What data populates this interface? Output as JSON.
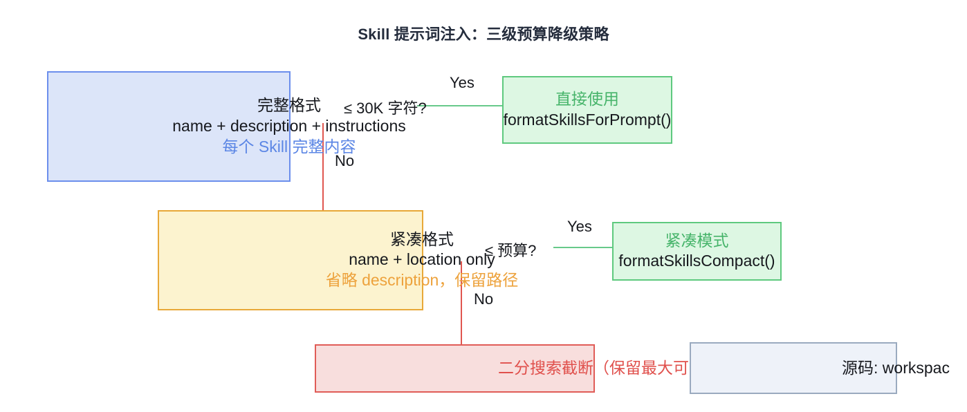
{
  "diagram": {
    "title": "Skill 提示词注入：三级预算降级策略",
    "type": "flowchart"
  },
  "nodes": [
    {
      "id": "full-format",
      "name": "node-full-format",
      "heading": "完整格式",
      "detail": "name + description + instructions",
      "note": "每个 Skill 完整内容",
      "fill": "#dce5f9",
      "border": "#6b8eec",
      "note_color": "#5b86e5"
    },
    {
      "id": "direct-use",
      "name": "node-direct-use",
      "heading": "直接使用",
      "detail": "formatSkillsForPrompt()",
      "fill": "#ddf7e3",
      "border": "#5ec97e",
      "heading_color": "#46b46a"
    },
    {
      "id": "compact-format",
      "name": "node-compact-format",
      "heading": "紧凑格式",
      "detail": "name + location only",
      "note": "省略 description，保留路径",
      "fill": "#fcf3cf",
      "border": "#e8a838",
      "note_color": "#eda23c"
    },
    {
      "id": "compact-mode",
      "name": "node-compact-mode",
      "heading": "紧凑模式",
      "detail": "formatSkillsCompact()",
      "fill": "#ddf7e3",
      "border": "#5ec97e",
      "heading_color": "#46b46a"
    },
    {
      "id": "binary-search",
      "name": "node-binary-search",
      "heading": "二分搜索截断（保留最大可",
      "fill": "#f8dedd",
      "border": "#e05c57",
      "heading_color": "#e0504c"
    },
    {
      "id": "source",
      "name": "node-source",
      "heading": "源码: workspac",
      "fill": "#eef2f9",
      "border": "#9aaabf"
    }
  ],
  "edges": {
    "condition_1": "≤ 30K 字符?",
    "yes_1": "Yes",
    "no_1": "No",
    "condition_2": "≤ 预算?",
    "yes_2": "Yes",
    "no_2": "No",
    "yes_color": "#67c98a",
    "no_color": "#e0564f"
  }
}
